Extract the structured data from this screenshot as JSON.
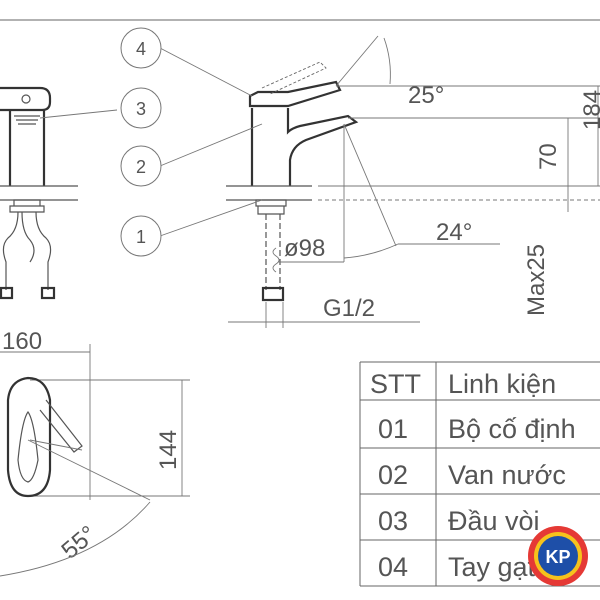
{
  "callouts": [
    "4",
    "3",
    "2",
    "1"
  ],
  "dimensions": {
    "angle_handle": "25°",
    "height_70": "70",
    "height_total_partial": "184",
    "angle_spout": "24°",
    "max_deck": "Max25",
    "hole": "ø98",
    "thread": "G1/2",
    "width": "160",
    "depth": "144",
    "angle_rotation": "55°"
  },
  "parts_table": {
    "header": [
      "STT",
      "Linh kiện"
    ],
    "rows": [
      [
        "01",
        "Bộ cố định"
      ],
      [
        "02",
        "Van nước"
      ],
      [
        "03",
        "Đầu vòi"
      ],
      [
        "04",
        "Tay gạt"
      ]
    ]
  },
  "logo": {
    "text": "KP",
    "ring_color": "#e53935",
    "inner_color": "#1e4fa8",
    "accent_color": "#f6c21c"
  }
}
